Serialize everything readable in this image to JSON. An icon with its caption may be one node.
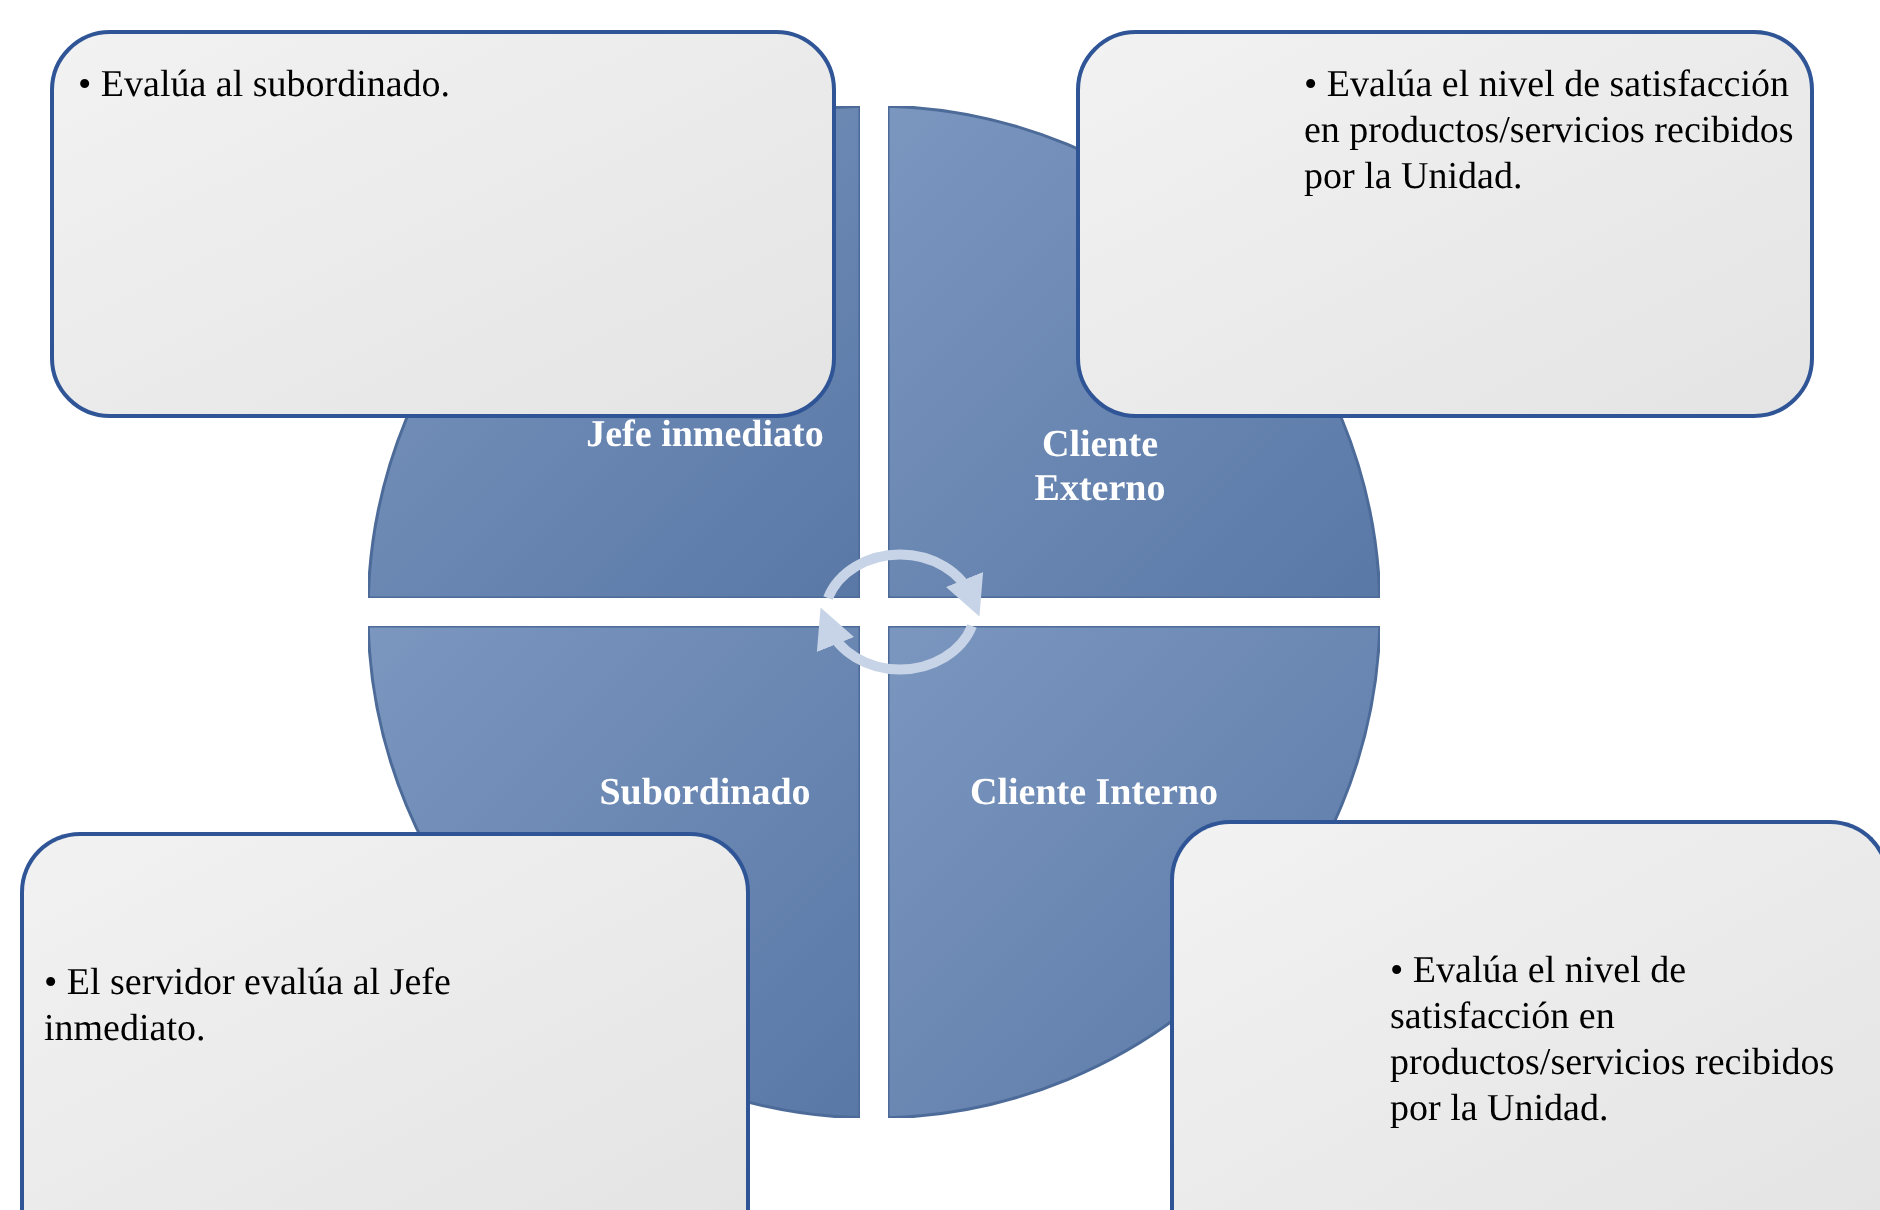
{
  "diagram": {
    "nodes": [
      {
        "text": [
          "• Evalúa al subordinado."
        ]
      },
      {
        "text": [
          "• Evalúa el nivel de satisfacción en productos/servicios recibidos por la Unidad."
        ]
      },
      {
        "text": [
          "Jefe inmediato"
        ]
      },
      {
        "text": [
          "Cliente Externo"
        ]
      },
      {
        "text": [
          "Subordinado"
        ]
      },
      {
        "text": [
          "Cliente Interno"
        ]
      },
      {
        "text": [
          "• El servidor evalúa al Jefe inmediato."
        ]
      },
      {
        "text": [
          "• Evalúa el nivel de satisfacción en productos/servicios recibidos por la Unidad."
        ]
      }
    ],
    "edges": [
      {
        "from": 2,
        "to": 3,
        "arrow": "to"
      },
      {
        "from": 5,
        "to": 4,
        "arrow": "to"
      }
    ]
  }
}
